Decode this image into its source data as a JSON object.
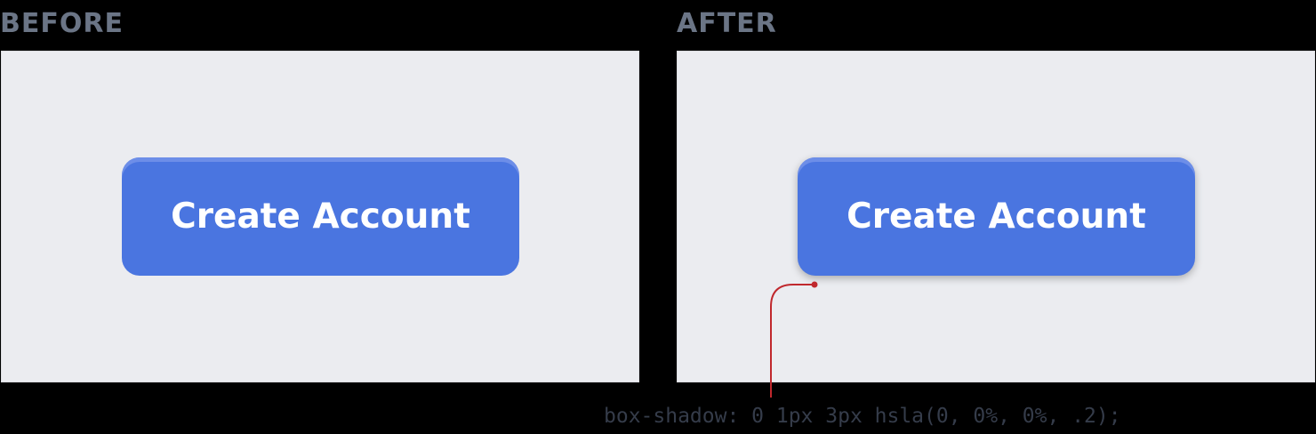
{
  "before": {
    "heading": "BEFORE",
    "button_label": "Create Account"
  },
  "after": {
    "heading": "AFTER",
    "button_label": "Create Account"
  },
  "annotation": {
    "code": "box-shadow: 0 1px 3px hsla(0, 0%, 0%, .2);"
  },
  "colors": {
    "page_background": "#000000",
    "panel_background": "#ebecf0",
    "button": "#4a75e0",
    "button_top_highlight": "#6d8ee8",
    "heading": "#6b7586",
    "callout_line": "#c0282d",
    "code_text": "#353c4a"
  }
}
